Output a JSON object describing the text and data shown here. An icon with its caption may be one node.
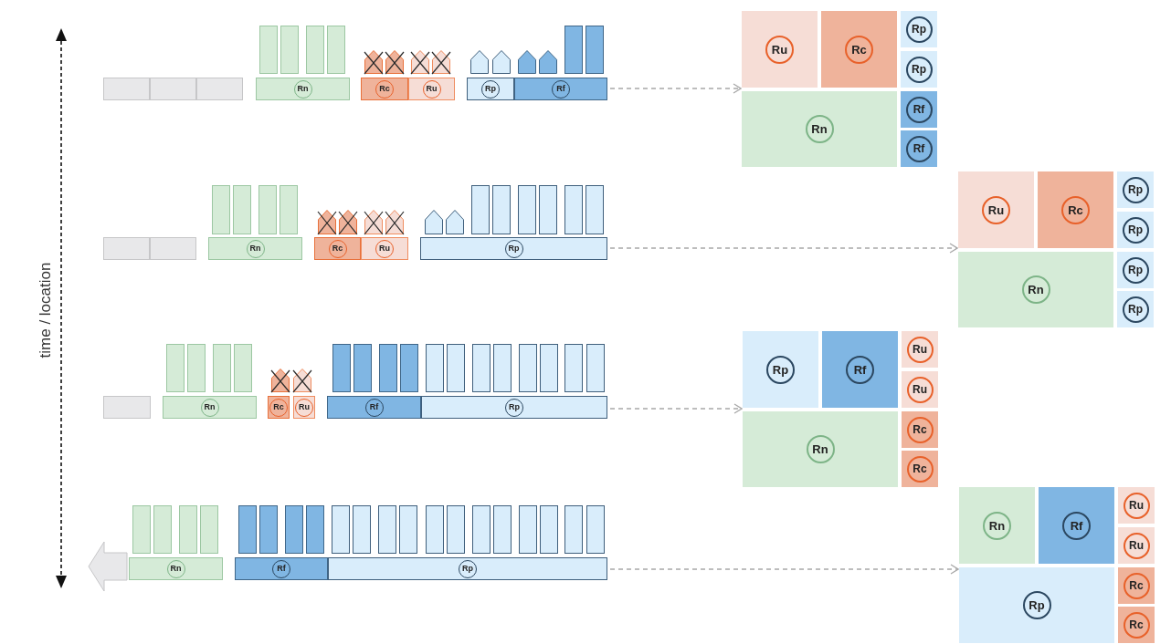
{
  "diagram": {
    "nodes": [
      {
        "text": [],
        "shape": "bar"
      },
      {
        "text": [],
        "shape": "bar"
      },
      {
        "text": [],
        "shape": "bar"
      },
      {
        "text": [],
        "shape": "bar"
      },
      {
        "text": [],
        "shape": "pentagon"
      },
      {
        "text": [],
        "shape": "pentagon"
      },
      {
        "text": [],
        "shape": "pentagon"
      },
      {
        "text": [],
        "shape": "pentagon"
      },
      {
        "text": [],
        "shape": "pentagon"
      },
      {
        "text": [],
        "shape": "pentagon"
      },
      {
        "text": [],
        "shape": "pentagon"
      },
      {
        "text": [],
        "shape": "pentagon"
      },
      {
        "text": [],
        "shape": "bar"
      },
      {
        "text": [],
        "shape": "bar"
      },
      {
        "text": [],
        "shape": "box"
      },
      {
        "text": [],
        "shape": "box"
      },
      {
        "text": [],
        "shape": "box"
      },
      {
        "text": [
          "Rn"
        ]
      },
      {
        "text": [
          "Rc"
        ]
      },
      {
        "text": [
          "Ru"
        ]
      },
      {
        "text": [
          "Rp"
        ]
      },
      {
        "text": [
          "Rf"
        ]
      },
      {
        "text": [
          "Ru"
        ]
      },
      {
        "text": [
          "Rc"
        ]
      },
      {
        "text": [
          "Rp"
        ]
      },
      {
        "text": [
          "Rp"
        ]
      },
      {
        "text": [
          "Rn"
        ]
      },
      {
        "text": [
          "Rf"
        ]
      },
      {
        "text": [
          "Rf"
        ]
      },
      {
        "text": [],
        "shape": "bar"
      },
      {
        "text": [],
        "shape": "bar"
      },
      {
        "text": [],
        "shape": "bar"
      },
      {
        "text": [],
        "shape": "bar"
      },
      {
        "text": [],
        "shape": "pentagon"
      },
      {
        "text": [],
        "shape": "pentagon"
      },
      {
        "text": [],
        "shape": "pentagon"
      },
      {
        "text": [],
        "shape": "pentagon"
      },
      {
        "text": [],
        "shape": "pentagon"
      },
      {
        "text": [],
        "shape": "pentagon"
      },
      {
        "text": [],
        "shape": "bar"
      },
      {
        "text": [],
        "shape": "bar"
      },
      {
        "text": [],
        "shape": "bar"
      },
      {
        "text": [],
        "shape": "bar"
      },
      {
        "text": [],
        "shape": "bar"
      },
      {
        "text": [],
        "shape": "bar"
      },
      {
        "text": [],
        "shape": "box"
      },
      {
        "text": [],
        "shape": "box"
      },
      {
        "text": [
          "Rn"
        ]
      },
      {
        "text": [
          "Rc"
        ]
      },
      {
        "text": [
          "Ru"
        ]
      },
      {
        "text": [
          "Rp"
        ]
      },
      {
        "text": [
          "Ru"
        ]
      },
      {
        "text": [
          "Rc"
        ]
      },
      {
        "text": [
          "Rp"
        ]
      },
      {
        "text": [
          "Rp"
        ]
      },
      {
        "text": [
          "Rn"
        ]
      },
      {
        "text": [
          "Rp"
        ]
      },
      {
        "text": [
          "Rp"
        ]
      },
      {
        "text": [],
        "shape": "bar"
      },
      {
        "text": [],
        "shape": "bar"
      },
      {
        "text": [],
        "shape": "bar"
      },
      {
        "text": [],
        "shape": "bar"
      },
      {
        "text": [],
        "shape": "pentagon"
      },
      {
        "text": [],
        "shape": "pentagon"
      },
      {
        "text": [],
        "shape": "bar"
      },
      {
        "text": [],
        "shape": "bar"
      },
      {
        "text": [],
        "shape": "bar"
      },
      {
        "text": [],
        "shape": "bar"
      },
      {
        "text": [],
        "shape": "bar"
      },
      {
        "text": [],
        "shape": "bar"
      },
      {
        "text": [],
        "shape": "bar"
      },
      {
        "text": [],
        "shape": "bar"
      },
      {
        "text": [],
        "shape": "bar"
      },
      {
        "text": [],
        "shape": "bar"
      },
      {
        "text": [],
        "shape": "bar"
      },
      {
        "text": [],
        "shape": "bar"
      },
      {
        "text": [],
        "shape": "box"
      },
      {
        "text": [
          "Rn"
        ]
      },
      {
        "text": [
          "Rc"
        ]
      },
      {
        "text": [
          "Ru"
        ]
      },
      {
        "text": [
          "Rf"
        ]
      },
      {
        "text": [
          "Rp"
        ]
      },
      {
        "text": [
          "Rp"
        ]
      },
      {
        "text": [
          "Rf"
        ]
      },
      {
        "text": [
          "Ru"
        ]
      },
      {
        "text": [
          "Ru"
        ]
      },
      {
        "text": [
          "Rn"
        ]
      },
      {
        "text": [
          "Rc"
        ]
      },
      {
        "text": [
          "Rc"
        ]
      },
      {
        "text": [],
        "shape": "bar"
      },
      {
        "text": [],
        "shape": "bar"
      },
      {
        "text": [],
        "shape": "bar"
      },
      {
        "text": [],
        "shape": "bar"
      },
      {
        "text": [],
        "shape": "bar"
      },
      {
        "text": [],
        "shape": "bar"
      },
      {
        "text": [],
        "shape": "bar"
      },
      {
        "text": [],
        "shape": "bar"
      },
      {
        "text": [],
        "shape": "bar"
      },
      {
        "text": [],
        "shape": "bar"
      },
      {
        "text": [],
        "shape": "bar"
      },
      {
        "text": [],
        "shape": "bar"
      },
      {
        "text": [],
        "shape": "bar"
      },
      {
        "text": [],
        "shape": "bar"
      },
      {
        "text": [],
        "shape": "bar"
      },
      {
        "text": [],
        "shape": "bar"
      },
      {
        "text": [],
        "shape": "bar"
      },
      {
        "text": [],
        "shape": "bar"
      },
      {
        "text": [],
        "shape": "bar"
      },
      {
        "text": [],
        "shape": "bar"
      },
      {
        "text": [
          "Rn"
        ]
      },
      {
        "text": [
          "Rf"
        ]
      },
      {
        "text": [
          "Rp"
        ]
      },
      {
        "text": [
          "Rn"
        ]
      },
      {
        "text": [
          "Rf"
        ]
      },
      {
        "text": [
          "Ru"
        ]
      },
      {
        "text": [
          "Ru"
        ]
      },
      {
        "text": [
          "Rp"
        ]
      },
      {
        "text": [
          "Rc"
        ]
      },
      {
        "text": [
          "Rc"
        ]
      }
    ],
    "edges": [
      {
        "from": 21,
        "to": 22,
        "arrow": "to",
        "style": "dashed"
      },
      {
        "from": 50,
        "to": 51,
        "arrow": "to",
        "style": "dashed"
      },
      {
        "from": 81,
        "to": 82,
        "arrow": "to",
        "style": "dashed"
      },
      {
        "from": 111,
        "to": 112,
        "arrow": "to",
        "style": "dashed"
      },
      {
        "from": 109,
        "to": null,
        "arrow": "to",
        "style": "thick",
        "color": "#e8e8ea"
      }
    ],
    "labels": [
      "time / location"
    ]
  }
}
